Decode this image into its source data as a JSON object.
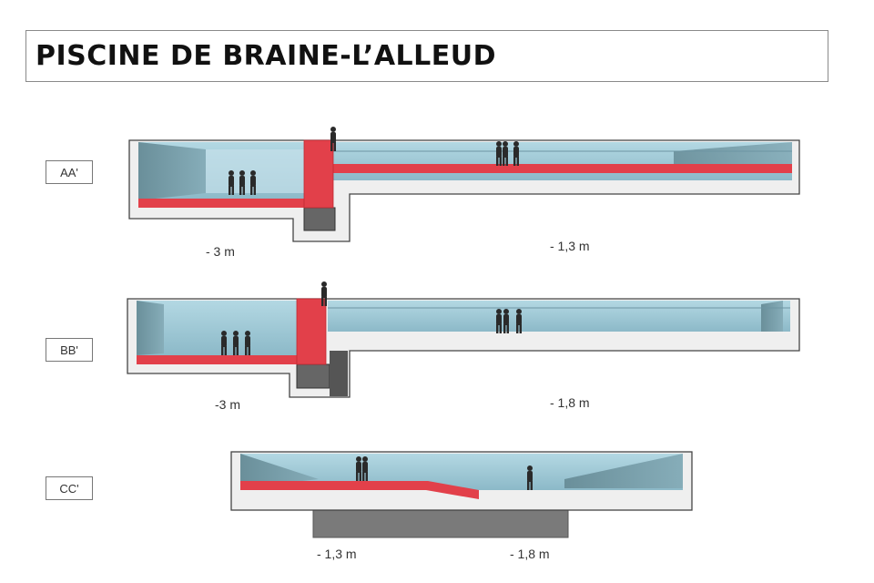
{
  "title": "PISCINE DE BRAINE-L’ALLEUD",
  "sections": [
    {
      "tag": "AA'",
      "depth_deep": "- 3 m",
      "depth_shallow": "- 1,3 m"
    },
    {
      "tag": "BB'",
      "depth_deep": "-3 m",
      "depth_shallow": "- 1,8 m"
    },
    {
      "tag": "CC'",
      "depth_left": "- 1,3 m",
      "depth_right": "- 1,8 m"
    }
  ],
  "colors": {
    "water": "#9cc6d4",
    "water_dark": "#6f97a3",
    "ramp": "#e2404a",
    "concrete": "#eeeeee",
    "concrete_edge": "#444444",
    "foundation": "#7a7a7a",
    "silhouette": "#2a2a2a"
  },
  "icons": [
    "person-silhouette-icon"
  ]
}
